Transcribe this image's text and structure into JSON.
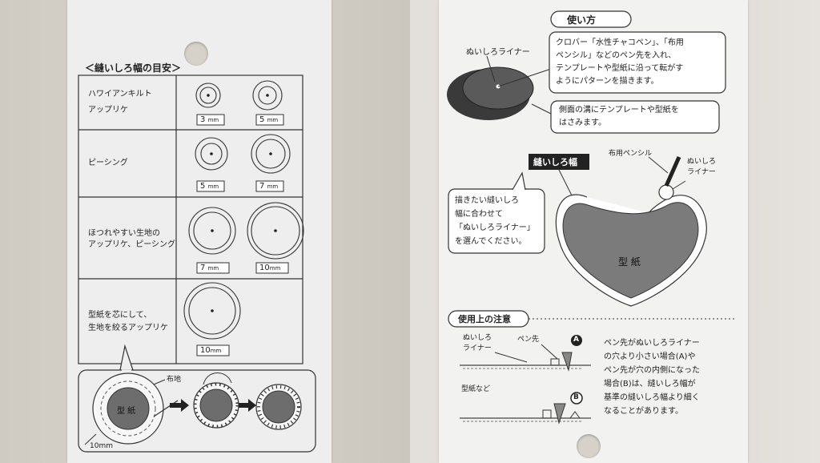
{
  "left_card": {
    "title": "＜縫いしろ幅の目安＞",
    "rows": [
      {
        "label_lines": [
          "ハワイアンキルト",
          "アップリケ"
        ],
        "sizes": [
          "3",
          "5"
        ]
      },
      {
        "label_lines": [
          "ピーシング"
        ],
        "sizes": [
          "5",
          "7"
        ]
      },
      {
        "label_lines": [
          "ほつれやすい生地の",
          "アップリケ、ピーシング"
        ],
        "sizes": [
          "7",
          "10"
        ]
      },
      {
        "label_lines": [
          "型紙を芯にして、",
          "生地を絞るアップリケ"
        ],
        "sizes": [
          "10"
        ]
      }
    ],
    "unit": "mm",
    "illustration": {
      "fabric_label": "布地",
      "pattern_label": "型 紙",
      "width_label": "10mm"
    }
  },
  "right_card": {
    "how_to_title": "使い方",
    "liner_label": "ぬいしろライナー",
    "callout1_lines": [
      "クロバー「水性チャコペン」、「布用",
      "ペンシル」などのペン先を入れ、",
      "テンプレートや型紙に沿って転がす",
      "ようにパターンを描きます。"
    ],
    "callout2_lines": [
      "側面の溝にテンプレートや型紙を",
      "はさみます。"
    ],
    "seam_badge": "縫いしろ幅",
    "pencil_label": "布用ペンシル",
    "liner_label2_lines": [
      "ぬいしろ",
      "ライナー"
    ],
    "callout3_lines": [
      "描きたい縫いしろ",
      "幅に合わせて",
      "「ぬいしろライナー」",
      "を選んでください。"
    ],
    "pattern_label": "型 紙",
    "caution_title": "使用上の注意",
    "caution_liner_lines": [
      "ぬいしろ",
      "ライナー"
    ],
    "pen_tip_label": "ペン先",
    "pattern_paper_label": "型紙など",
    "marker_a": "A",
    "marker_b": "B",
    "caution_text_lines": [
      "ペン先がぬいしろライナー",
      "の穴より小さい場合(A)や",
      "ペン先が穴の内側になった",
      "場合(B)は、縫いしろ幅が",
      "基準の縫いしろ幅より細く",
      "なることがあります。"
    ]
  }
}
